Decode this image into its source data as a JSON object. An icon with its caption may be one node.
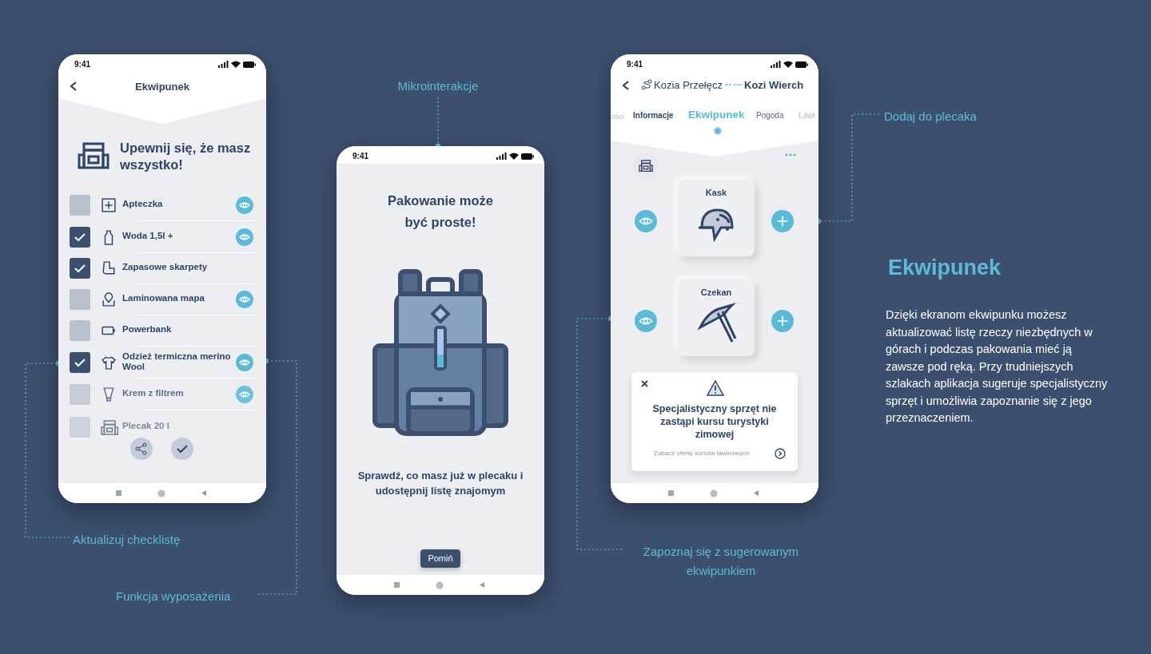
{
  "diagram": {
    "title": "Ekwipunek",
    "nodes": [
      {
        "text": [
          "9:41",
          "Ekwipunek",
          "Upewnij się, że masz wszystko!",
          "Apteczka",
          "Woda 1,5l +",
          "Zapasowe skarpety",
          "Laminowana mapa",
          "Powerbank",
          "Odzież termiczna merino Wool",
          "Krem z filtrem",
          "Plecak 20 l"
        ]
      },
      {
        "text": [
          "Mikrointerakcje"
        ]
      },
      {
        "text": [
          "9:41",
          "Pakowanie może być proste!",
          "Sprawdź, co masz już w plecaku i udostępnij listę znajomym",
          "Pomiń"
        ]
      },
      {
        "text": [
          "9:41",
          "Kozia Przełęcz",
          "Kozi Wierch",
          "ości",
          "Informacje",
          "Ekwipunek",
          "Pogoda",
          "Lawi",
          "Kask",
          "Czekan",
          "Specjalistyczny sprzęt nie zastąpi kursu turystyki zimowej",
          "Zobacz ofertę kursów lawinowych"
        ]
      },
      {
        "text": [
          "Dodaj do plecaka"
        ]
      },
      {
        "text": [
          "Zapoznaj się z sugerowanym ekwipunkiem"
        ]
      },
      {
        "text": [
          "Aktualizuj checklistę"
        ]
      },
      {
        "text": [
          "Funkcja wyposażenia"
        ]
      }
    ],
    "edges": [
      {
        "from": 1,
        "to": 2,
        "arrow": "other"
      },
      {
        "from": 4,
        "to": 3,
        "arrow": "other"
      },
      {
        "from": 5,
        "to": 3,
        "arrow": "other"
      },
      {
        "from": 6,
        "to": 0,
        "arrow": "other"
      },
      {
        "from": 7,
        "to": 0,
        "arrow": "other"
      }
    ],
    "labels": [
      "Dzięki ekranom ekwipunku możesz aktualizować listę rzeczy niezbędnych w górach i podczas pakowania mieć ją zawsze pod ręką. Przy trudniejszych szlakach aplikacja sugeruje specjalistyczny sprzęt i umożliwia zapoznanie się z jego przeznaczeniem."
    ]
  }
}
